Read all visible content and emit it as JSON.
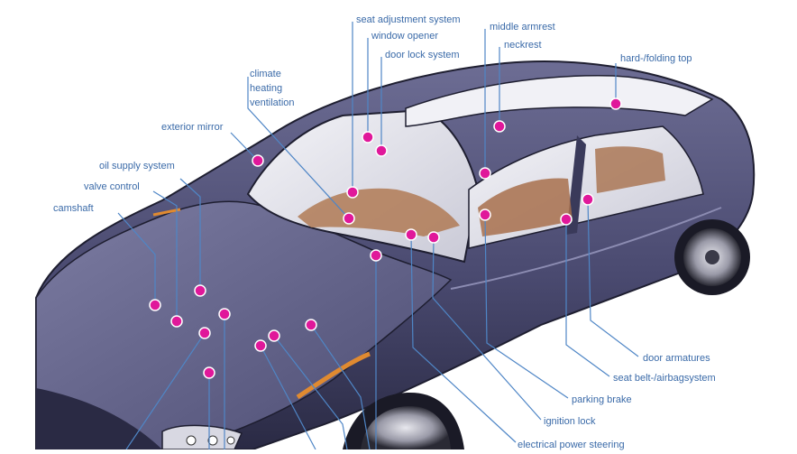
{
  "colors": {
    "leader_line": "#4f86c6",
    "label_text": "#3a6aa8",
    "marker_fill": "#e0189a",
    "marker_ring": "#ffffff",
    "car_body": "#54547a",
    "car_body_dark": "#2c2c46",
    "interior": "#b07a55",
    "glass": "#e6e6ee"
  },
  "labels": {
    "seat_adjustment": "seat adjustment system",
    "window_opener": "window opener",
    "door_lock": "door lock system",
    "middle_armrest": "middle armrest",
    "neckrest": "neckrest",
    "hard_folding_top": "hard-/folding top",
    "climate_1": "climate",
    "climate_2": "heating",
    "climate_3": "ventilation",
    "exterior_mirror": "exterior mirror",
    "oil_supply": "oil supply system",
    "valve_control": "valve control",
    "camshaft": "camshaft",
    "door_armatures": "door armatures",
    "seat_belt_airbag": "seat belt-/airbagsystem",
    "parking_brake": "parking brake",
    "ignition_lock": "ignition lock",
    "electrical_power_steering": "electrical power steering"
  }
}
